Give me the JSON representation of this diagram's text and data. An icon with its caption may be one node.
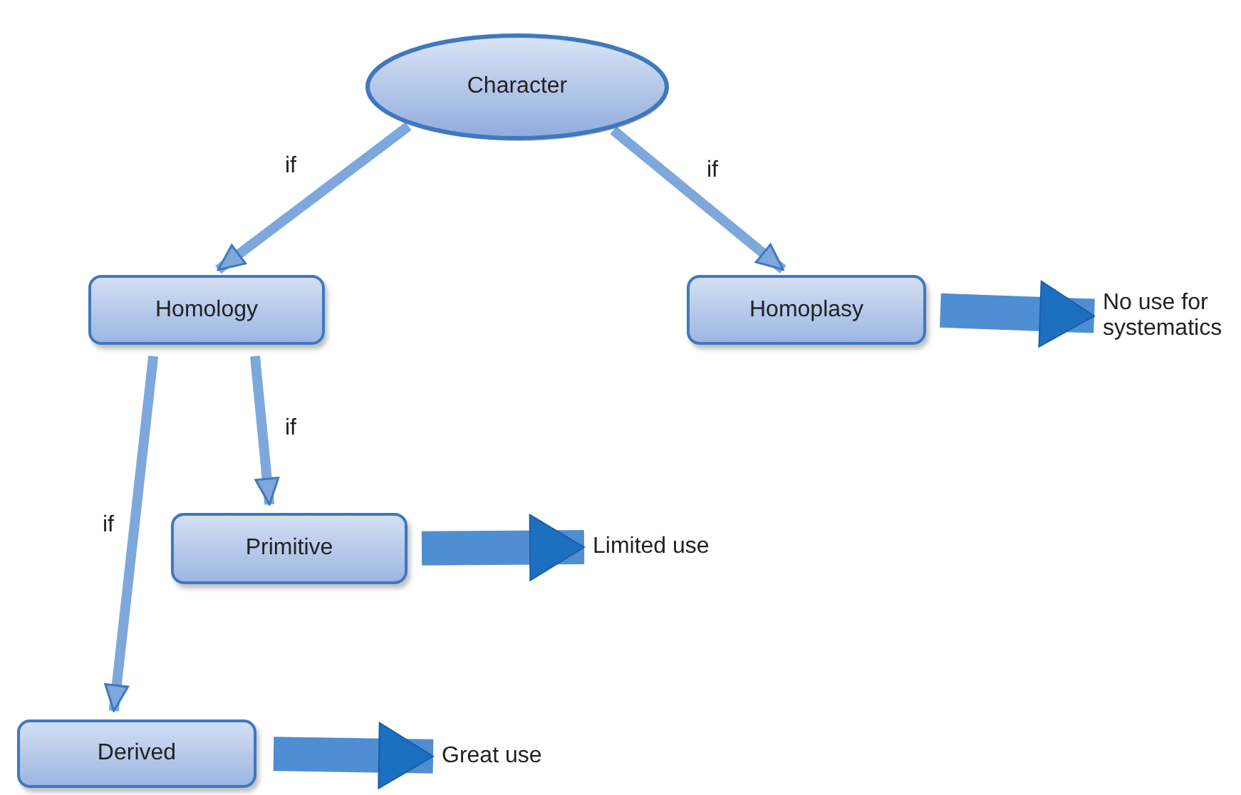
{
  "diagram": {
    "nodes": [
      {
        "text": [
          "Character"
        ]
      },
      {
        "text": [
          "Homology"
        ]
      },
      {
        "text": [
          "Homoplasy"
        ]
      },
      {
        "text": [
          "No use for systematics"
        ]
      },
      {
        "text": [
          "Primitive"
        ]
      },
      {
        "text": [
          "Limited use"
        ]
      },
      {
        "text": [
          "Derived"
        ]
      },
      {
        "text": [
          "Great use"
        ]
      }
    ],
    "edges": [
      {
        "from": 0,
        "to": 1,
        "arrow": "to",
        "label": "if"
      },
      {
        "from": 0,
        "to": 2,
        "arrow": "to",
        "label": "if"
      },
      {
        "from": 2,
        "to": 3,
        "arrow": "to",
        "style": "thick"
      },
      {
        "from": 1,
        "to": 4,
        "arrow": "to",
        "label": "if"
      },
      {
        "from": 1,
        "to": 6,
        "arrow": "to",
        "label": "if"
      },
      {
        "from": 4,
        "to": 5,
        "arrow": "to",
        "style": "thick"
      },
      {
        "from": 6,
        "to": 7,
        "arrow": "to",
        "style": "thick"
      }
    ]
  }
}
